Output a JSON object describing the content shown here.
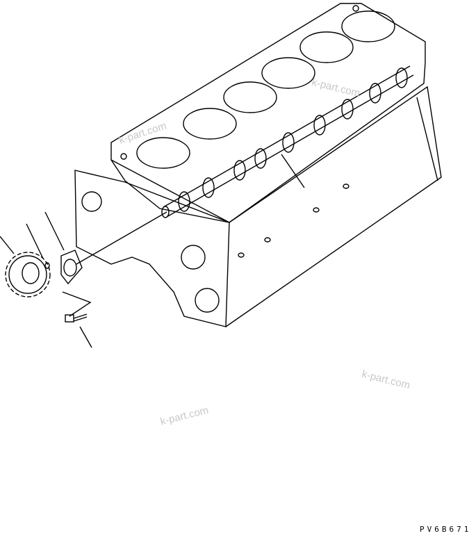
{
  "drawing_code": "PV6B671",
  "watermarks": [
    "k-part.com",
    "k-part.com",
    "k-part.com",
    "k-part.com"
  ],
  "parts": [
    "cylinder-block",
    "camshaft",
    "gasket",
    "gear",
    "pin",
    "bolt"
  ]
}
